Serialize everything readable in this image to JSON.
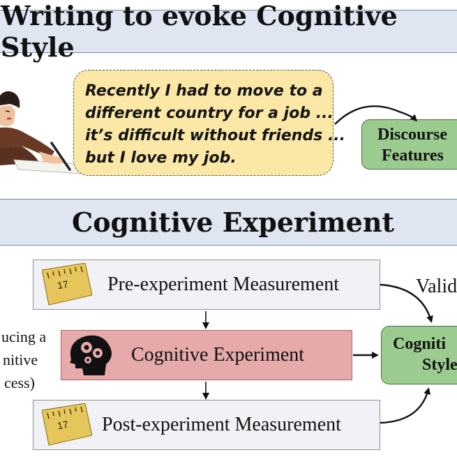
{
  "section1": {
    "title": "Writing to evoke Cognitive Style",
    "speech_lines": [
      "Recently I had to move to a",
      "different country for a job ...",
      "it’s difficult without friends ...",
      "but I love my job."
    ],
    "output_box": [
      "Discourse",
      "Features"
    ]
  },
  "section2": {
    "title": "Cognitive Experiment",
    "pre_measurement": "Pre-experiment Measurement",
    "experiment": "Cognitive Experiment",
    "post_measurement": "Post-experiment Measurement",
    "side_label": [
      "ucing a",
      "nitive",
      "cess)"
    ],
    "output_box": [
      "Cogniti",
      "Style"
    ],
    "validation_label": "Valid"
  },
  "icons": [
    "writer-illustration",
    "tape-measure-icon",
    "brain-gears-icon"
  ],
  "colors": {
    "title_band": "#dfe6f2",
    "speech_bubble": "#fbe8a6",
    "green_box": "#9bcb8f",
    "experiment_box": "#e6aaaa",
    "measurement_box": "#f0f2f6"
  }
}
